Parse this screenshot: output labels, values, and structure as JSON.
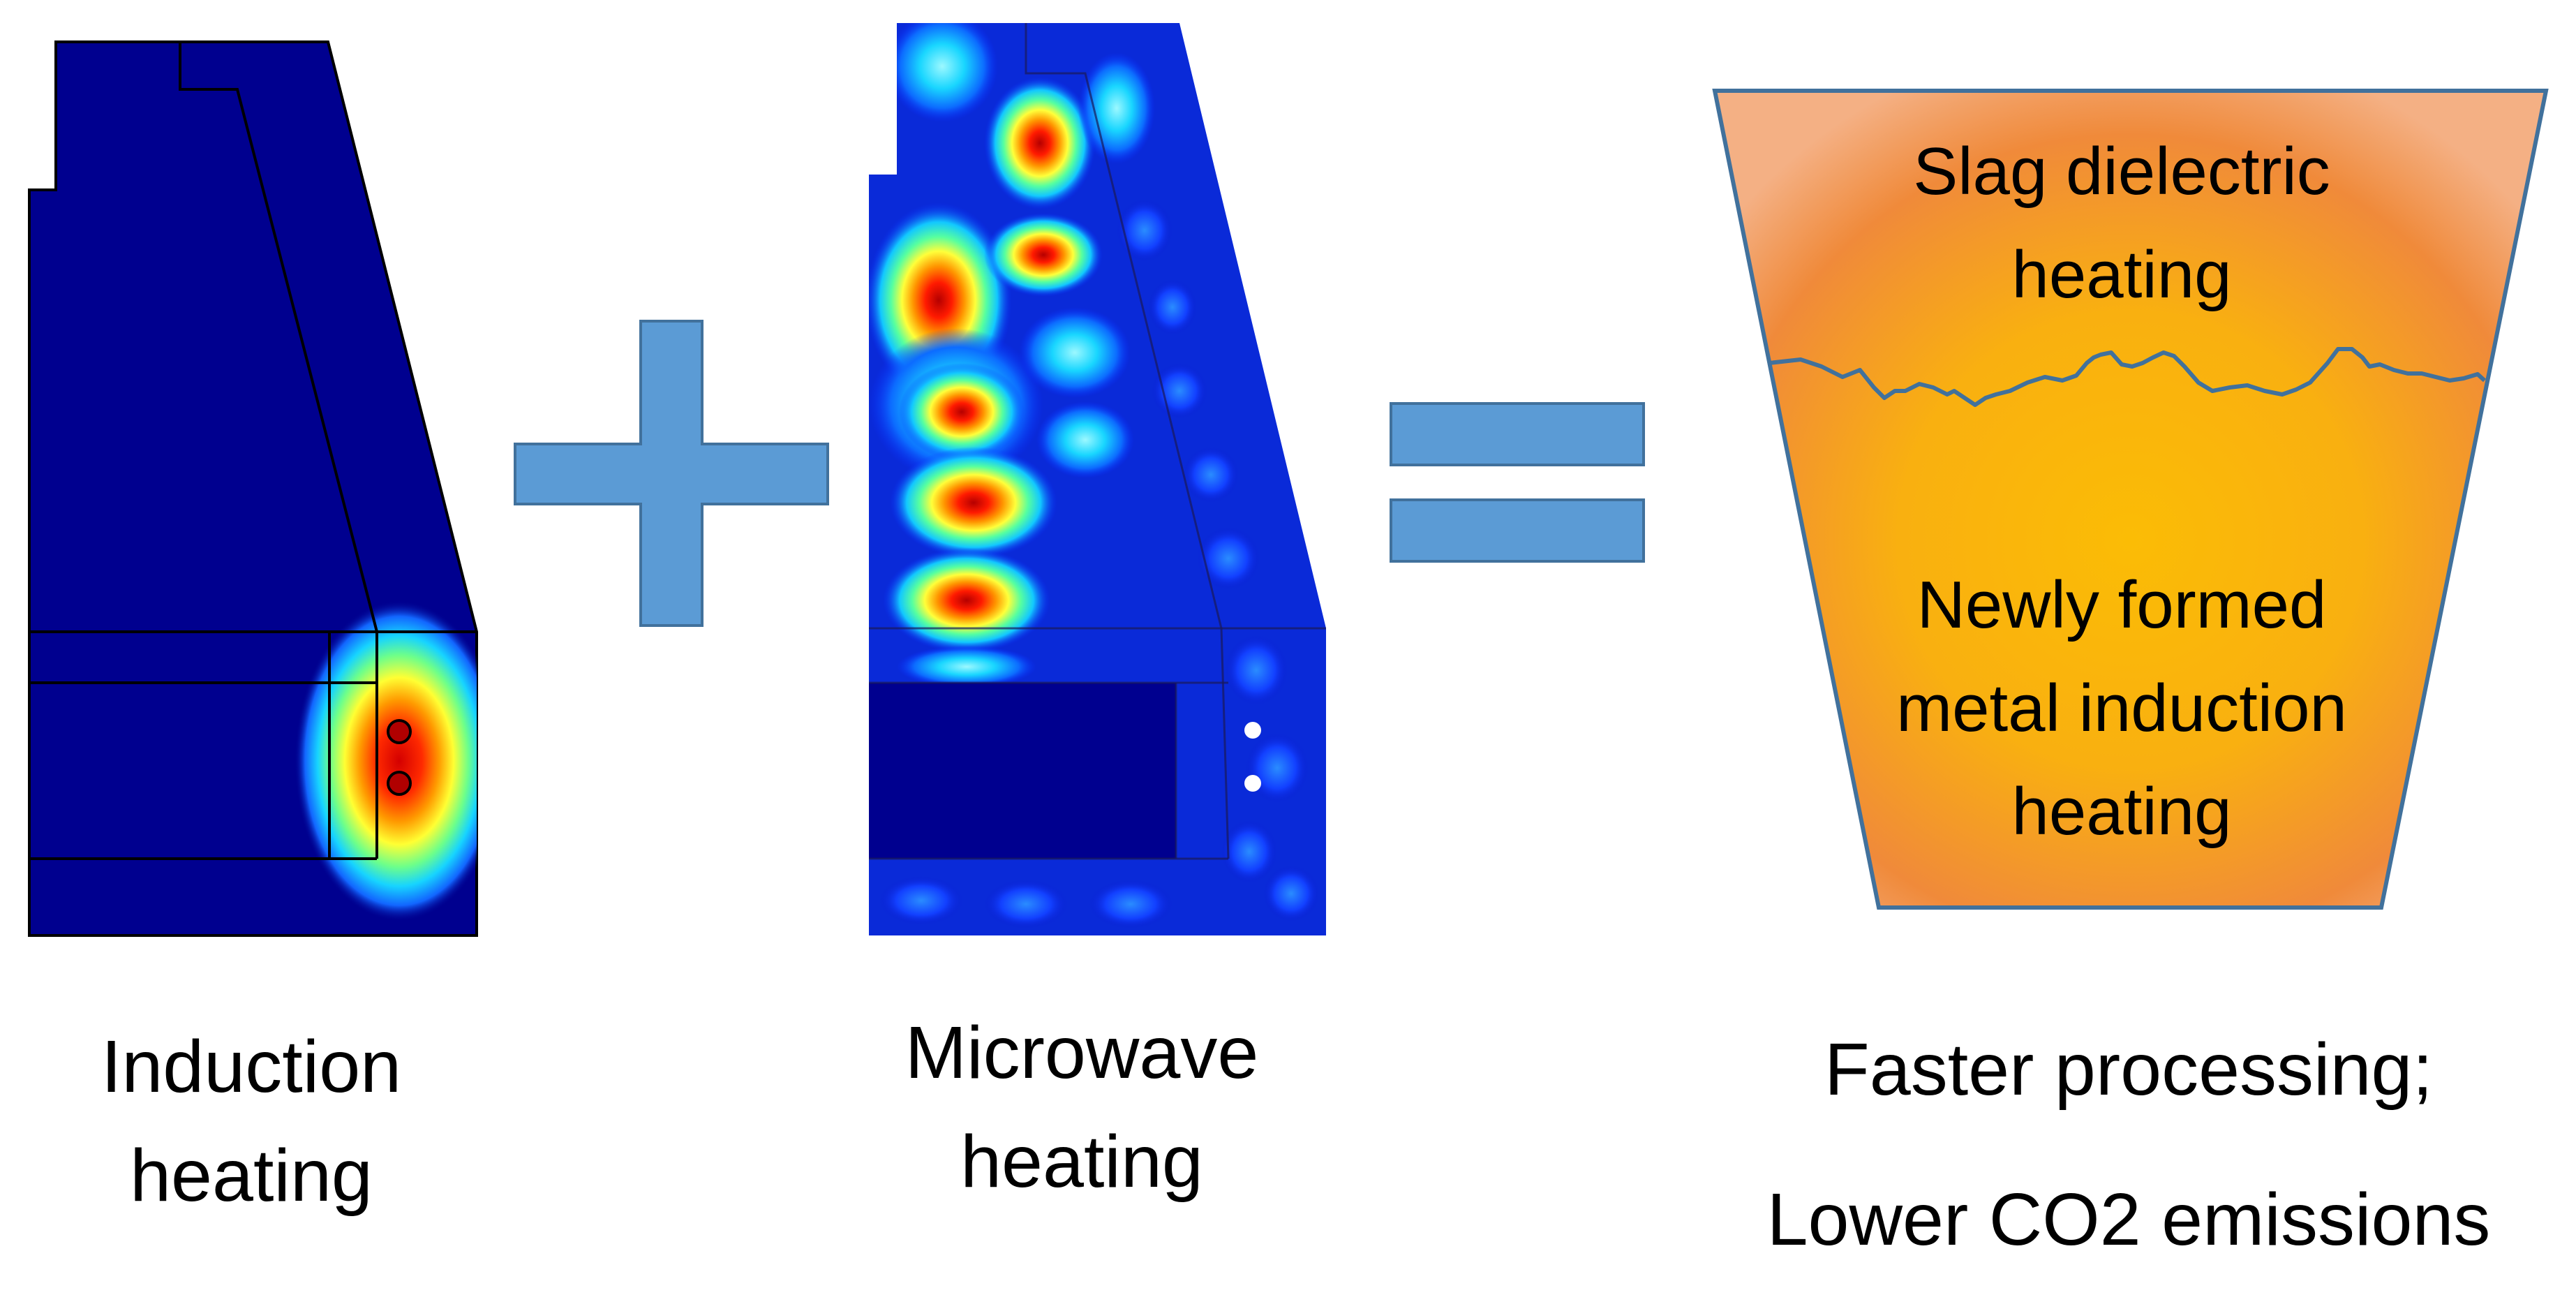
{
  "induction_panel": {
    "caption_line1": "Induction",
    "caption_line2": "heating"
  },
  "plus_symbol": {
    "color": "#5b9bd5"
  },
  "microwave_panel": {
    "caption_line1": "Microwave",
    "caption_line2": "heating"
  },
  "equals_symbol": {
    "color": "#5b9bd5"
  },
  "crucible": {
    "slag_label_line1": "Slag dielectric",
    "slag_label_line2": "heating",
    "metal_label_line1": "Newly formed",
    "metal_label_line2": "metal induction",
    "metal_label_line3": "heating",
    "fill_inner": "#fbbc05",
    "fill_outer": "#f29a48",
    "outline": "#41719c"
  },
  "result": {
    "line1": "Faster processing;",
    "line2": "Lower CO2 emissions"
  },
  "colors": {
    "field_background": "#00008f",
    "hotspot": "#d40000"
  }
}
